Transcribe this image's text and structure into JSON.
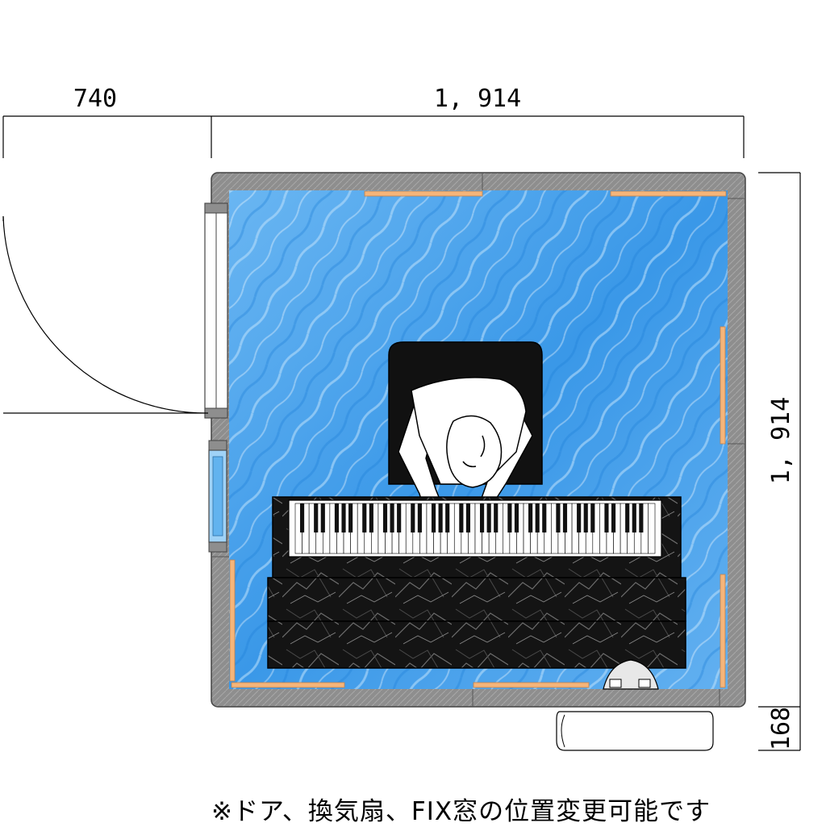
{
  "dimensions": {
    "door_width": "740",
    "room_width": "1, 914",
    "room_depth": "1, 914",
    "fan_depth": "168"
  },
  "note": "※ドア、換気扇、FIX窓の位置変更可能です",
  "colors": {
    "floor": "#4aa6ec",
    "wall": "#8c8c8c",
    "panel_accent": "#f5b57a",
    "piano_body": "#151515"
  },
  "icons": [
    "door-swing-icon",
    "fix-window-icon",
    "pianist-figure-icon",
    "ventilation-fan-icon"
  ]
}
